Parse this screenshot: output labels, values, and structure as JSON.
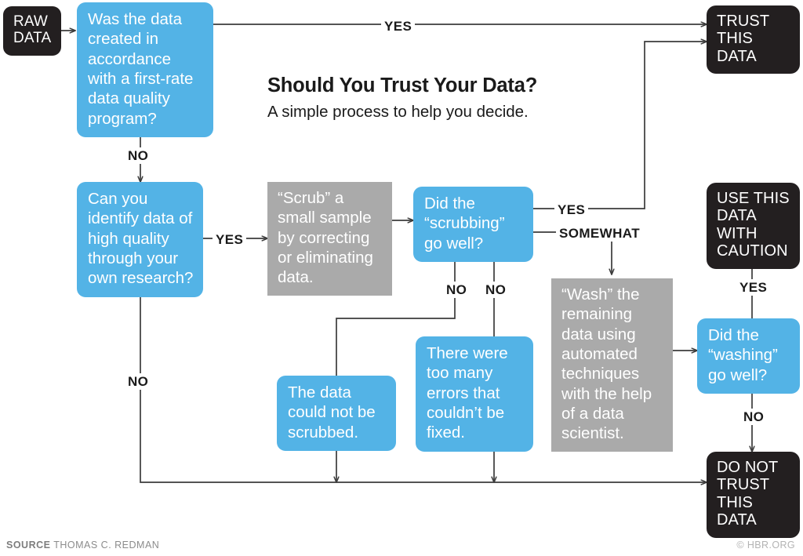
{
  "headline": {
    "title": "Should You Trust Your Data?",
    "subtitle": "A simple process to help you decide."
  },
  "footer": {
    "source_label": "SOURCE",
    "source_name": "THOMAS C. REDMAN",
    "credit": "© HBR.ORG"
  },
  "colors": {
    "blue": "#53b3e6",
    "gray": "#aaaaaa",
    "black": "#231f20",
    "white": "#ffffff",
    "line": "#3b3b3b",
    "footer_gray": "#8c8c8c"
  },
  "nodes": {
    "raw_data": "RAW\nDATA",
    "q_quality_program": "Was the data created in accordance with a first-rate data quality program?",
    "q_own_research": "Can you identify data of high quality through your own research?",
    "p_scrub": "“Scrub” a small sample by correcting or eliminating data.",
    "q_scrubbing": "Did the “scrubbing” go well?",
    "s_could_not_scrub": "The data could not be scrubbed.",
    "s_too_many_errors": "There were too many errors that couldn’t be fixed.",
    "p_wash": "“Wash” the remaining data using automated techniques with the help of a data scientist.",
    "q_washing": "Did the “washing” go well?",
    "t_trust": "TRUST\nTHIS DATA",
    "t_caution": "USE THIS DATA WITH CAUTION",
    "t_do_not_trust": "DO NOT TRUST THIS DATA"
  },
  "edge_labels": {
    "program_yes": "YES",
    "program_no": "NO",
    "research_yes": "YES",
    "research_no": "NO",
    "scrubbing_yes": "YES",
    "scrubbing_somewhat": "SOMEWHAT",
    "scrubbing_no_left": "NO",
    "scrubbing_no_right": "NO",
    "washing_yes": "YES",
    "washing_no": "NO"
  },
  "chart_data": {
    "type": "diagram",
    "title": "Should You Trust Your Data?",
    "subtitle": "A simple process to help you decide.",
    "nodes": [
      {
        "id": "raw_data",
        "label": "RAW DATA",
        "shape": "terminal",
        "color": "#231f20"
      },
      {
        "id": "q_quality_program",
        "label": "Was the data created in accordance with a first-rate data quality program?",
        "shape": "decision",
        "color": "#53b3e6"
      },
      {
        "id": "q_own_research",
        "label": "Can you identify data of high quality through your own research?",
        "shape": "decision",
        "color": "#53b3e6"
      },
      {
        "id": "p_scrub",
        "label": "“Scrub” a small sample by correcting or eliminating data.",
        "shape": "process",
        "color": "#aaaaaa"
      },
      {
        "id": "q_scrubbing",
        "label": "Did the “scrubbing” go well?",
        "shape": "decision",
        "color": "#53b3e6"
      },
      {
        "id": "s_could_not_scrub",
        "label": "The data could not be scrubbed.",
        "shape": "statement",
        "color": "#53b3e6"
      },
      {
        "id": "s_too_many_errors",
        "label": "There were too many errors that couldn’t be fixed.",
        "shape": "statement",
        "color": "#53b3e6"
      },
      {
        "id": "p_wash",
        "label": "“Wash” the remaining data using automated techniques with the help of a data scientist.",
        "shape": "process",
        "color": "#aaaaaa"
      },
      {
        "id": "q_washing",
        "label": "Did the “washing” go well?",
        "shape": "decision",
        "color": "#53b3e6"
      },
      {
        "id": "t_trust",
        "label": "TRUST THIS DATA",
        "shape": "terminal",
        "color": "#231f20"
      },
      {
        "id": "t_caution",
        "label": "USE THIS DATA WITH CAUTION",
        "shape": "terminal",
        "color": "#231f20"
      },
      {
        "id": "t_do_not_trust",
        "label": "DO NOT TRUST THIS DATA",
        "shape": "terminal",
        "color": "#231f20"
      }
    ],
    "edges": [
      {
        "from": "raw_data",
        "to": "q_quality_program",
        "label": ""
      },
      {
        "from": "q_quality_program",
        "to": "t_trust",
        "label": "YES"
      },
      {
        "from": "q_quality_program",
        "to": "q_own_research",
        "label": "NO"
      },
      {
        "from": "q_own_research",
        "to": "p_scrub",
        "label": "YES"
      },
      {
        "from": "q_own_research",
        "to": "t_do_not_trust",
        "label": "NO"
      },
      {
        "from": "p_scrub",
        "to": "q_scrubbing",
        "label": ""
      },
      {
        "from": "q_scrubbing",
        "to": "t_trust",
        "label": "YES"
      },
      {
        "from": "q_scrubbing",
        "to": "p_wash",
        "label": "SOMEWHAT"
      },
      {
        "from": "q_scrubbing",
        "to": "s_could_not_scrub",
        "label": "NO"
      },
      {
        "from": "q_scrubbing",
        "to": "s_too_many_errors",
        "label": "NO"
      },
      {
        "from": "s_could_not_scrub",
        "to": "t_do_not_trust",
        "label": ""
      },
      {
        "from": "s_too_many_errors",
        "to": "t_do_not_trust",
        "label": ""
      },
      {
        "from": "p_wash",
        "to": "q_washing",
        "label": ""
      },
      {
        "from": "q_washing",
        "to": "t_caution",
        "label": "YES"
      },
      {
        "from": "q_washing",
        "to": "t_do_not_trust",
        "label": "NO"
      }
    ]
  }
}
